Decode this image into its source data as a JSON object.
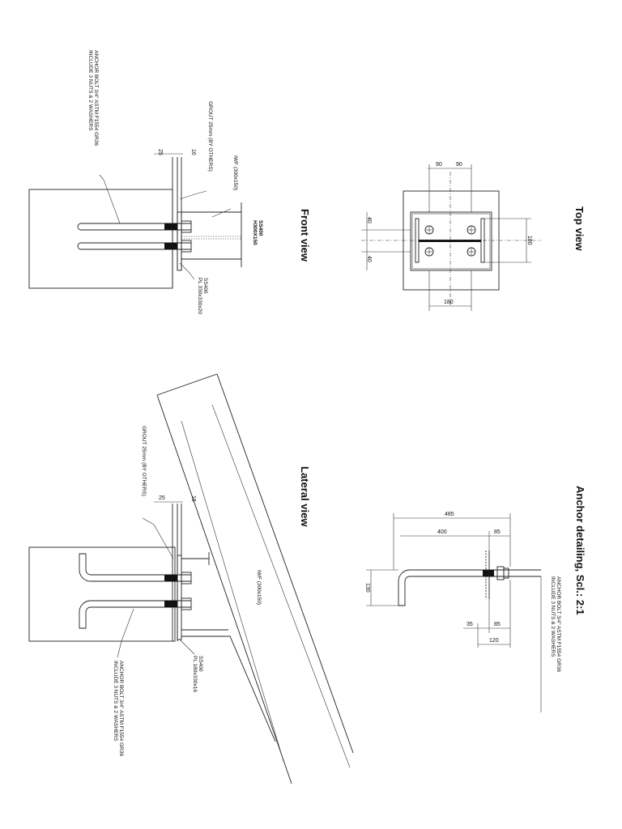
{
  "views": {
    "top": {
      "title": "Top view",
      "dims": {
        "bolt_x1": "90",
        "bolt_x2": "90",
        "edge_top": "40",
        "edge_bottom": "40",
        "plate_width": "180",
        "plate_height": "180"
      }
    },
    "front": {
      "title": "Front view",
      "anchor_note_1": "ANCHOR BOLT 3/4\" ASTM F1554 GR36",
      "anchor_note_2": "INCLUDE 3 NUTS & 2 WASHERS",
      "grout_note": "GROUT 25mm (BY OTHERS)",
      "column_note": "IWF (300x150)",
      "section_grade": "SS400",
      "section_size": "H300X150",
      "plate_grade": "SS400",
      "plate_size": "PL 330x330x20",
      "dim_grout": "25",
      "dim_plate": "16"
    },
    "lateral": {
      "title": "Lateral view",
      "grout_note": "GROUT 25mm (BY OTHERS)",
      "column_note": "IWF (300x150)",
      "plate_grade": "SS400",
      "plate_size": "PL 180x330x16",
      "anchor_note_1": "ANCHOR BOLT 3/4\" ASTM F1554 GR36",
      "anchor_note_2": "INCLUDE 3 NUTS & 2 WASHERS",
      "dim_grout": "25",
      "dim_plate": "16"
    },
    "anchor_detail": {
      "title": "Anchor detailing, Scl.: 2:1",
      "dims": {
        "total": "485",
        "embed": "400",
        "projection": "85",
        "hook": "130",
        "end": "35",
        "thread": "85",
        "thread_total": "120"
      },
      "note_1": "ANCHOR BOLT 3/4\" ASTM F1554 GR36",
      "note_2": "INCLUDE 3 NUTS & 2 WASHERS"
    }
  }
}
